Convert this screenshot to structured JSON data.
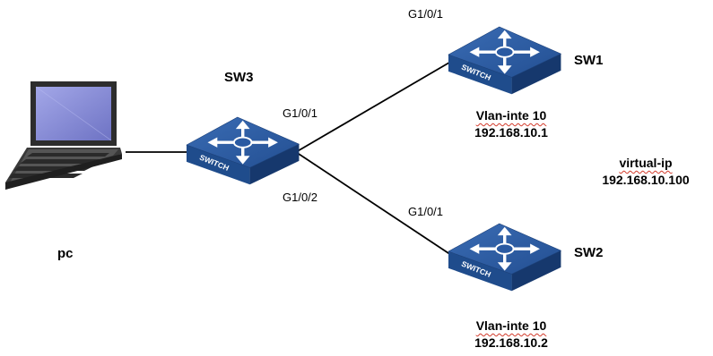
{
  "devices": {
    "sw1": {
      "name": "SW1",
      "badge": "SWITCH",
      "vlan": "Vlan-inte 10",
      "ip": "192.168.10.1",
      "port": "G1/0/1"
    },
    "sw2": {
      "name": "SW2",
      "badge": "SWITCH",
      "vlan": "Vlan-inte 10",
      "ip": "192.168.10.2",
      "port": "G1/0/1"
    },
    "sw3": {
      "name": "SW3",
      "badge": "SWITCH",
      "port_up": "G1/0/1",
      "port_down": "G1/0/2"
    },
    "pc": {
      "name": "pc"
    }
  },
  "virtual": {
    "label": "virtual-ip",
    "ip": "192.168.10.100"
  },
  "colors": {
    "switch_top": "#2c5a9e",
    "switch_side": "#16386d",
    "switch_front": "#1f4c8c",
    "laptop_body": "#2d2d2d",
    "laptop_screen": "#8a8fd6",
    "wavy_underline": "#d23a2a"
  }
}
